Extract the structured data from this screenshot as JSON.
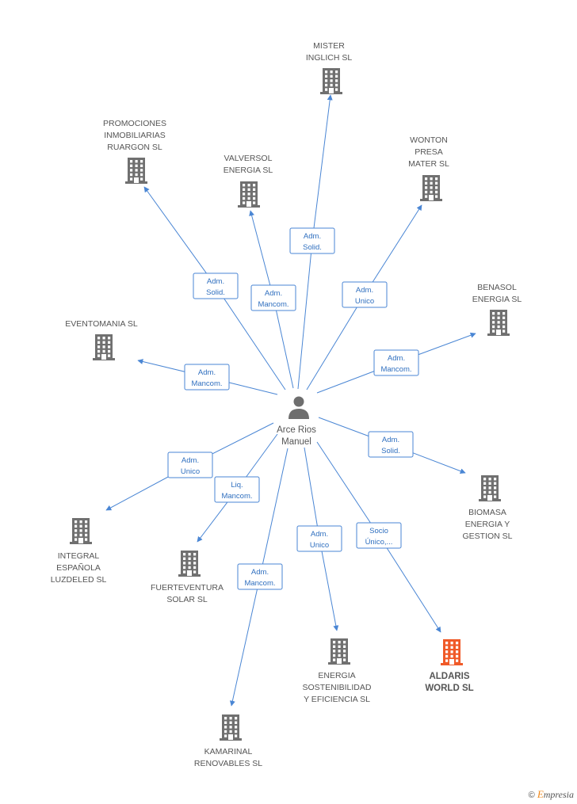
{
  "center": {
    "label_lines": [
      "Arce Rios",
      "Manuel"
    ]
  },
  "companies": [
    {
      "id": "mister-inglich",
      "label_lines": [
        "MISTER",
        "INGLICH SL"
      ],
      "highlight": false
    },
    {
      "id": "promociones",
      "label_lines": [
        "PROMOCIONES",
        "INMOBILIARIAS",
        "RUARGON SL"
      ],
      "highlight": false
    },
    {
      "id": "valversol",
      "label_lines": [
        "VALVERSOL",
        "ENERGIA SL"
      ],
      "highlight": false
    },
    {
      "id": "wonton",
      "label_lines": [
        "WONTON",
        "PRESA",
        "MATER SL"
      ],
      "highlight": false
    },
    {
      "id": "benasol",
      "label_lines": [
        "BENASOL",
        "ENERGIA SL"
      ],
      "highlight": false
    },
    {
      "id": "eventomania",
      "label_lines": [
        "EVENTOMANIA SL"
      ],
      "highlight": false
    },
    {
      "id": "biomasa",
      "label_lines": [
        "BIOMASA",
        "ENERGIA Y",
        "GESTION SL"
      ],
      "highlight": false
    },
    {
      "id": "integral",
      "label_lines": [
        "INTEGRAL",
        "ESPAÑOLA",
        "LUZDELED  SL"
      ],
      "highlight": false
    },
    {
      "id": "fuerteventura",
      "label_lines": [
        "FUERTEVENTURA",
        "SOLAR SL"
      ],
      "highlight": false
    },
    {
      "id": "energia-sostenibilidad",
      "label_lines": [
        "ENERGIA",
        "SOSTENIBILIDAD",
        "Y EFICIENCIA SL"
      ],
      "highlight": false
    },
    {
      "id": "aldaris",
      "label_lines": [
        "ALDARIS",
        "WORLD SL"
      ],
      "highlight": true
    },
    {
      "id": "kamarinal",
      "label_lines": [
        "KAMARINAL",
        "RENOVABLES SL"
      ],
      "highlight": false
    }
  ],
  "edges": [
    {
      "to": "mister-inglich",
      "label_lines": [
        "Adm.",
        "Solid."
      ]
    },
    {
      "to": "promociones",
      "label_lines": [
        "Adm.",
        "Solid."
      ]
    },
    {
      "to": "valversol",
      "label_lines": [
        "Adm.",
        "Mancom."
      ]
    },
    {
      "to": "wonton",
      "label_lines": [
        "Adm.",
        "Unico"
      ]
    },
    {
      "to": "benasol",
      "label_lines": [
        "Adm.",
        "Mancom."
      ]
    },
    {
      "to": "eventomania",
      "label_lines": [
        "Adm.",
        "Mancom."
      ]
    },
    {
      "to": "biomasa",
      "label_lines": [
        "Adm.",
        "Solid."
      ]
    },
    {
      "to": "integral",
      "label_lines": [
        "Adm.",
        "Unico"
      ]
    },
    {
      "to": "fuerteventura",
      "label_lines": [
        "Liq.",
        "Mancom."
      ]
    },
    {
      "to": "energia-sostenibilidad",
      "label_lines": [
        "Adm.",
        "Unico"
      ]
    },
    {
      "to": "aldaris",
      "label_lines": [
        "Socio",
        "Único,..."
      ]
    },
    {
      "to": "kamarinal",
      "label_lines": [
        "Adm.",
        "Mancom."
      ]
    }
  ],
  "colors": {
    "edge": "#4a86d4",
    "building": "#707070",
    "building_highlight": "#f05a28",
    "label": "#555555"
  },
  "icons": {
    "company": "building-icon",
    "person": "person-icon"
  },
  "footer": {
    "copyright": "©",
    "brand_initial": "E",
    "brand_rest": "mpresia"
  }
}
